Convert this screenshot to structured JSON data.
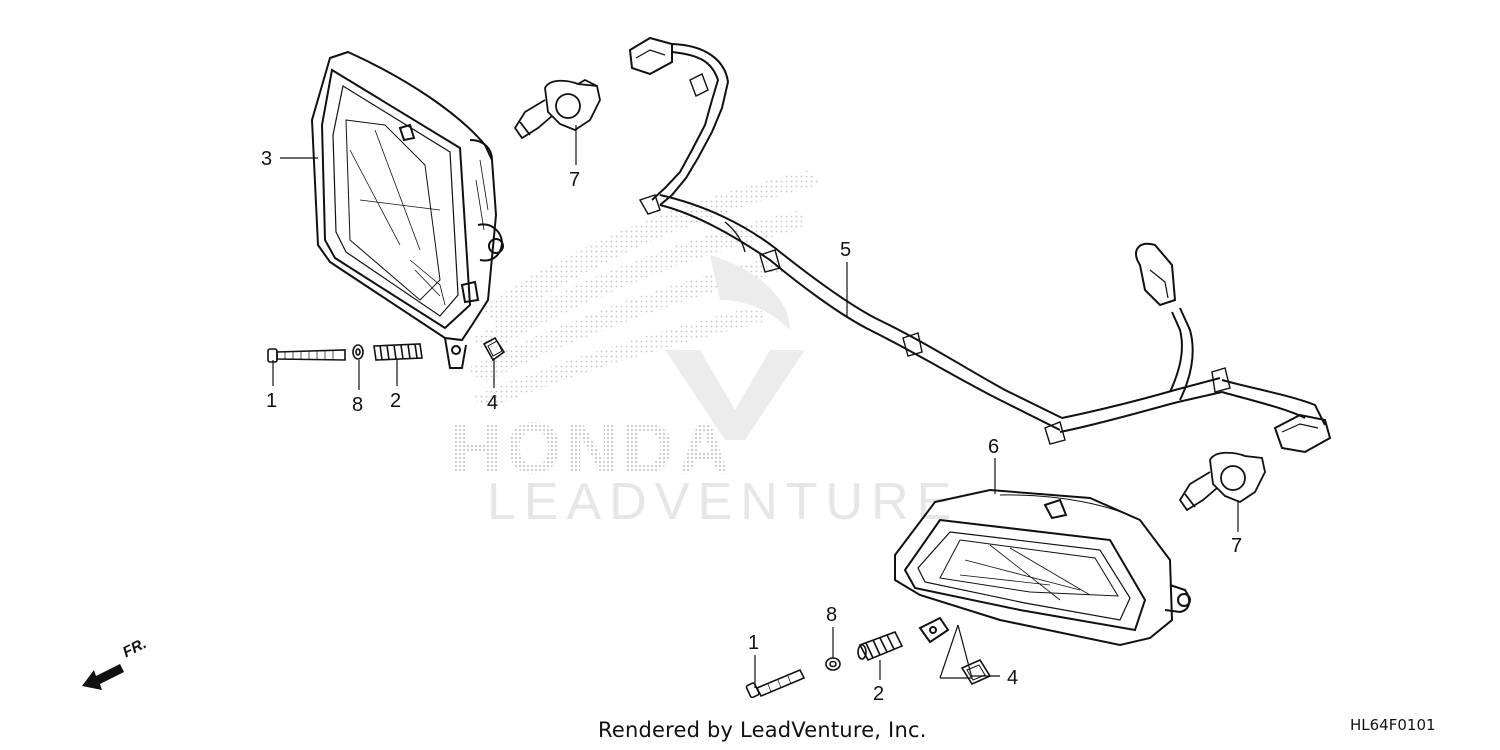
{
  "callouts": {
    "c1_left": "1",
    "c2_left": "2",
    "c3": "3",
    "c4_left": "4",
    "c5": "5",
    "c6": "6",
    "c7_top": "7",
    "c7_right": "7",
    "c8_left": "8",
    "c1_right": "1",
    "c2_right": "2",
    "c4_right": "4",
    "c8_right": "8"
  },
  "direction_label": "FR.",
  "footer": {
    "render_credit": "Rendered by LeadVenture, Inc.",
    "diagram_code": "HL64F0101"
  },
  "watermark": {
    "brand": "HONDA",
    "company": "LEADVENTURE"
  },
  "colors": {
    "line": "#111111",
    "watermark_dots": "#c9c9c9",
    "watermark_text": "#e6e6e6"
  }
}
